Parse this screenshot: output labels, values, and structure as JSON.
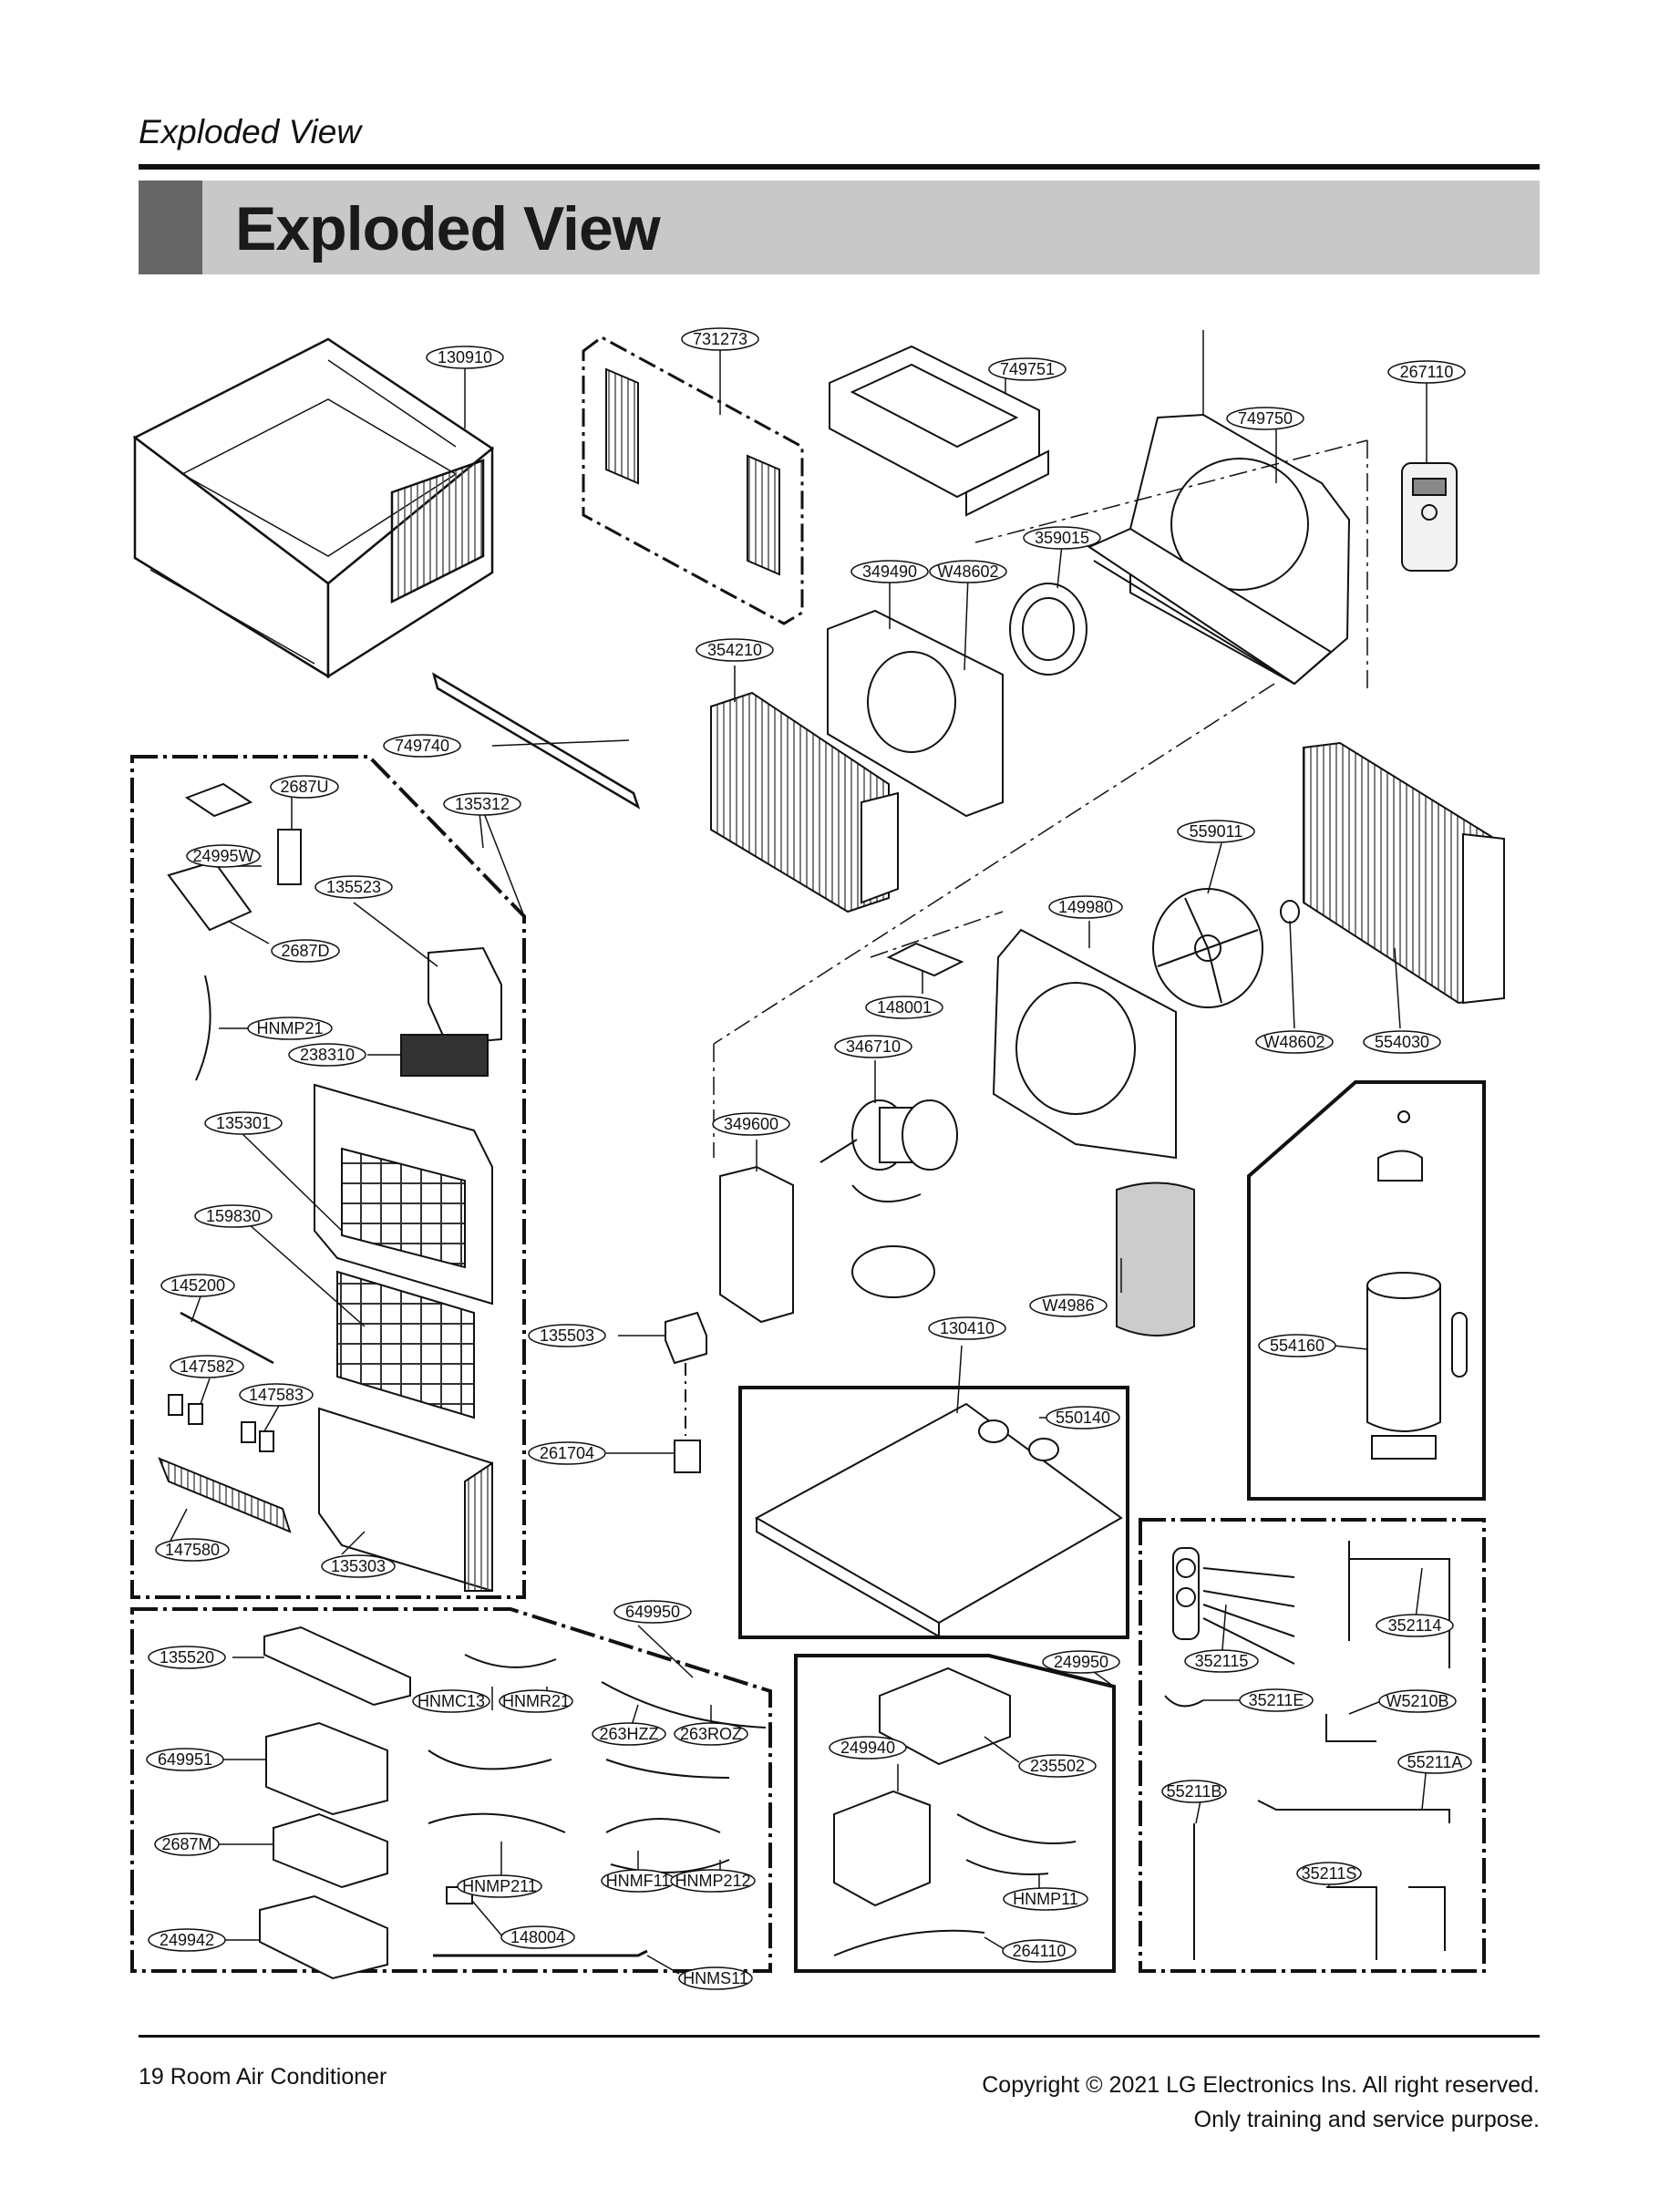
{
  "header": {
    "section": "Exploded View",
    "title": "Exploded View"
  },
  "parts": {
    "p130910": "130910",
    "p731273": "731273",
    "p749751": "749751",
    "p267110": "267110",
    "p749750": "749750",
    "p359015": "359015",
    "p349490": "349490",
    "pW48602a": "W48602",
    "p354210": "354210",
    "p749740": "749740",
    "p2687U": "2687U",
    "p135312": "135312",
    "p24995W": "24995W",
    "p135523": "135523",
    "p2687D": "2687D",
    "pHNMP21": "HNMP21",
    "p238310": "238310",
    "p135301": "135301",
    "p159830": "159830",
    "p145200": "145200",
    "p147582": "147582",
    "p147583": "147583",
    "p147580": "147580",
    "p135303": "135303",
    "p559011": "559011",
    "p149980": "149980",
    "p148001": "148001",
    "p346710": "346710",
    "pW48602b": "W48602",
    "p554030": "554030",
    "p349600": "349600",
    "pW4986": "W4986",
    "p135503": "135503",
    "p130410": "130410",
    "p554160": "554160",
    "p550140": "550140",
    "p261704": "261704",
    "p649950": "649950",
    "p135520": "135520",
    "pHNMC13": "HNMC13",
    "pHNMR21": "HNMR21",
    "p263HZZ": "263HZZ",
    "p263ROZ": "263ROZ",
    "p649951": "649951",
    "p2687M": "2687M",
    "pHNMP211": "HNMP211",
    "pHNMF11": "HNMF11",
    "pHNMP212": "HNMP212",
    "p249942": "249942",
    "p148004": "148004",
    "pHNMS11": "HNMS11",
    "p249950": "249950",
    "p249940": "249940",
    "p235502": "235502",
    "pHNMP11": "HNMP11",
    "p264110": "264110",
    "p352115": "352115",
    "p352114": "352114",
    "p35211E": "35211E",
    "pW5210B": "W5210B",
    "p55211A": "55211A",
    "p55211B": "55211B",
    "p35211S": "35211S"
  },
  "footer": {
    "page": "19 Room Air Conditioner",
    "copyright": "Copyright © 2021 LG Electronics Ins. All right reserved.",
    "notice": "Only training and service purpose."
  }
}
